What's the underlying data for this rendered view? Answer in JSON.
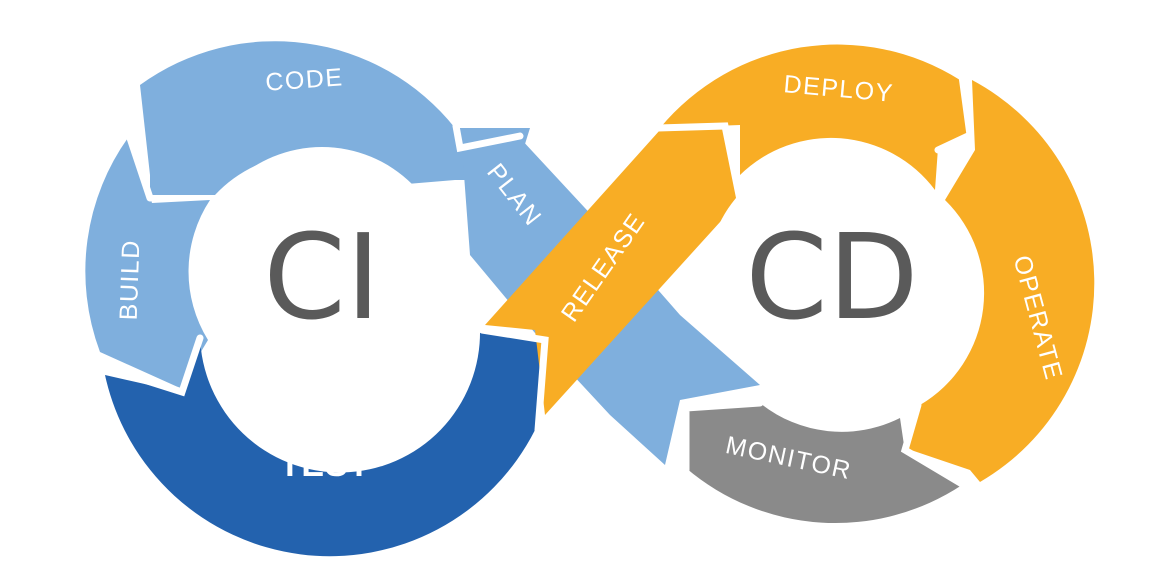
{
  "hubs": {
    "left": "CI",
    "right": "CD"
  },
  "stages": {
    "code": "CODE",
    "build": "BUILD",
    "test": "TEST",
    "plan": "PLAN",
    "release": "RELEASE",
    "deploy": "DEPLOY",
    "operate": "OPERATE",
    "monitor": "MONITOR"
  },
  "colors": {
    "ci_light": "#7fafdd",
    "ci_dark": "#2362ae",
    "cd_orange": "#f8ad25",
    "cd_gray": "#8a8a8a",
    "hub_text": "#5a5a5a",
    "stage_text": "#ffffff"
  }
}
